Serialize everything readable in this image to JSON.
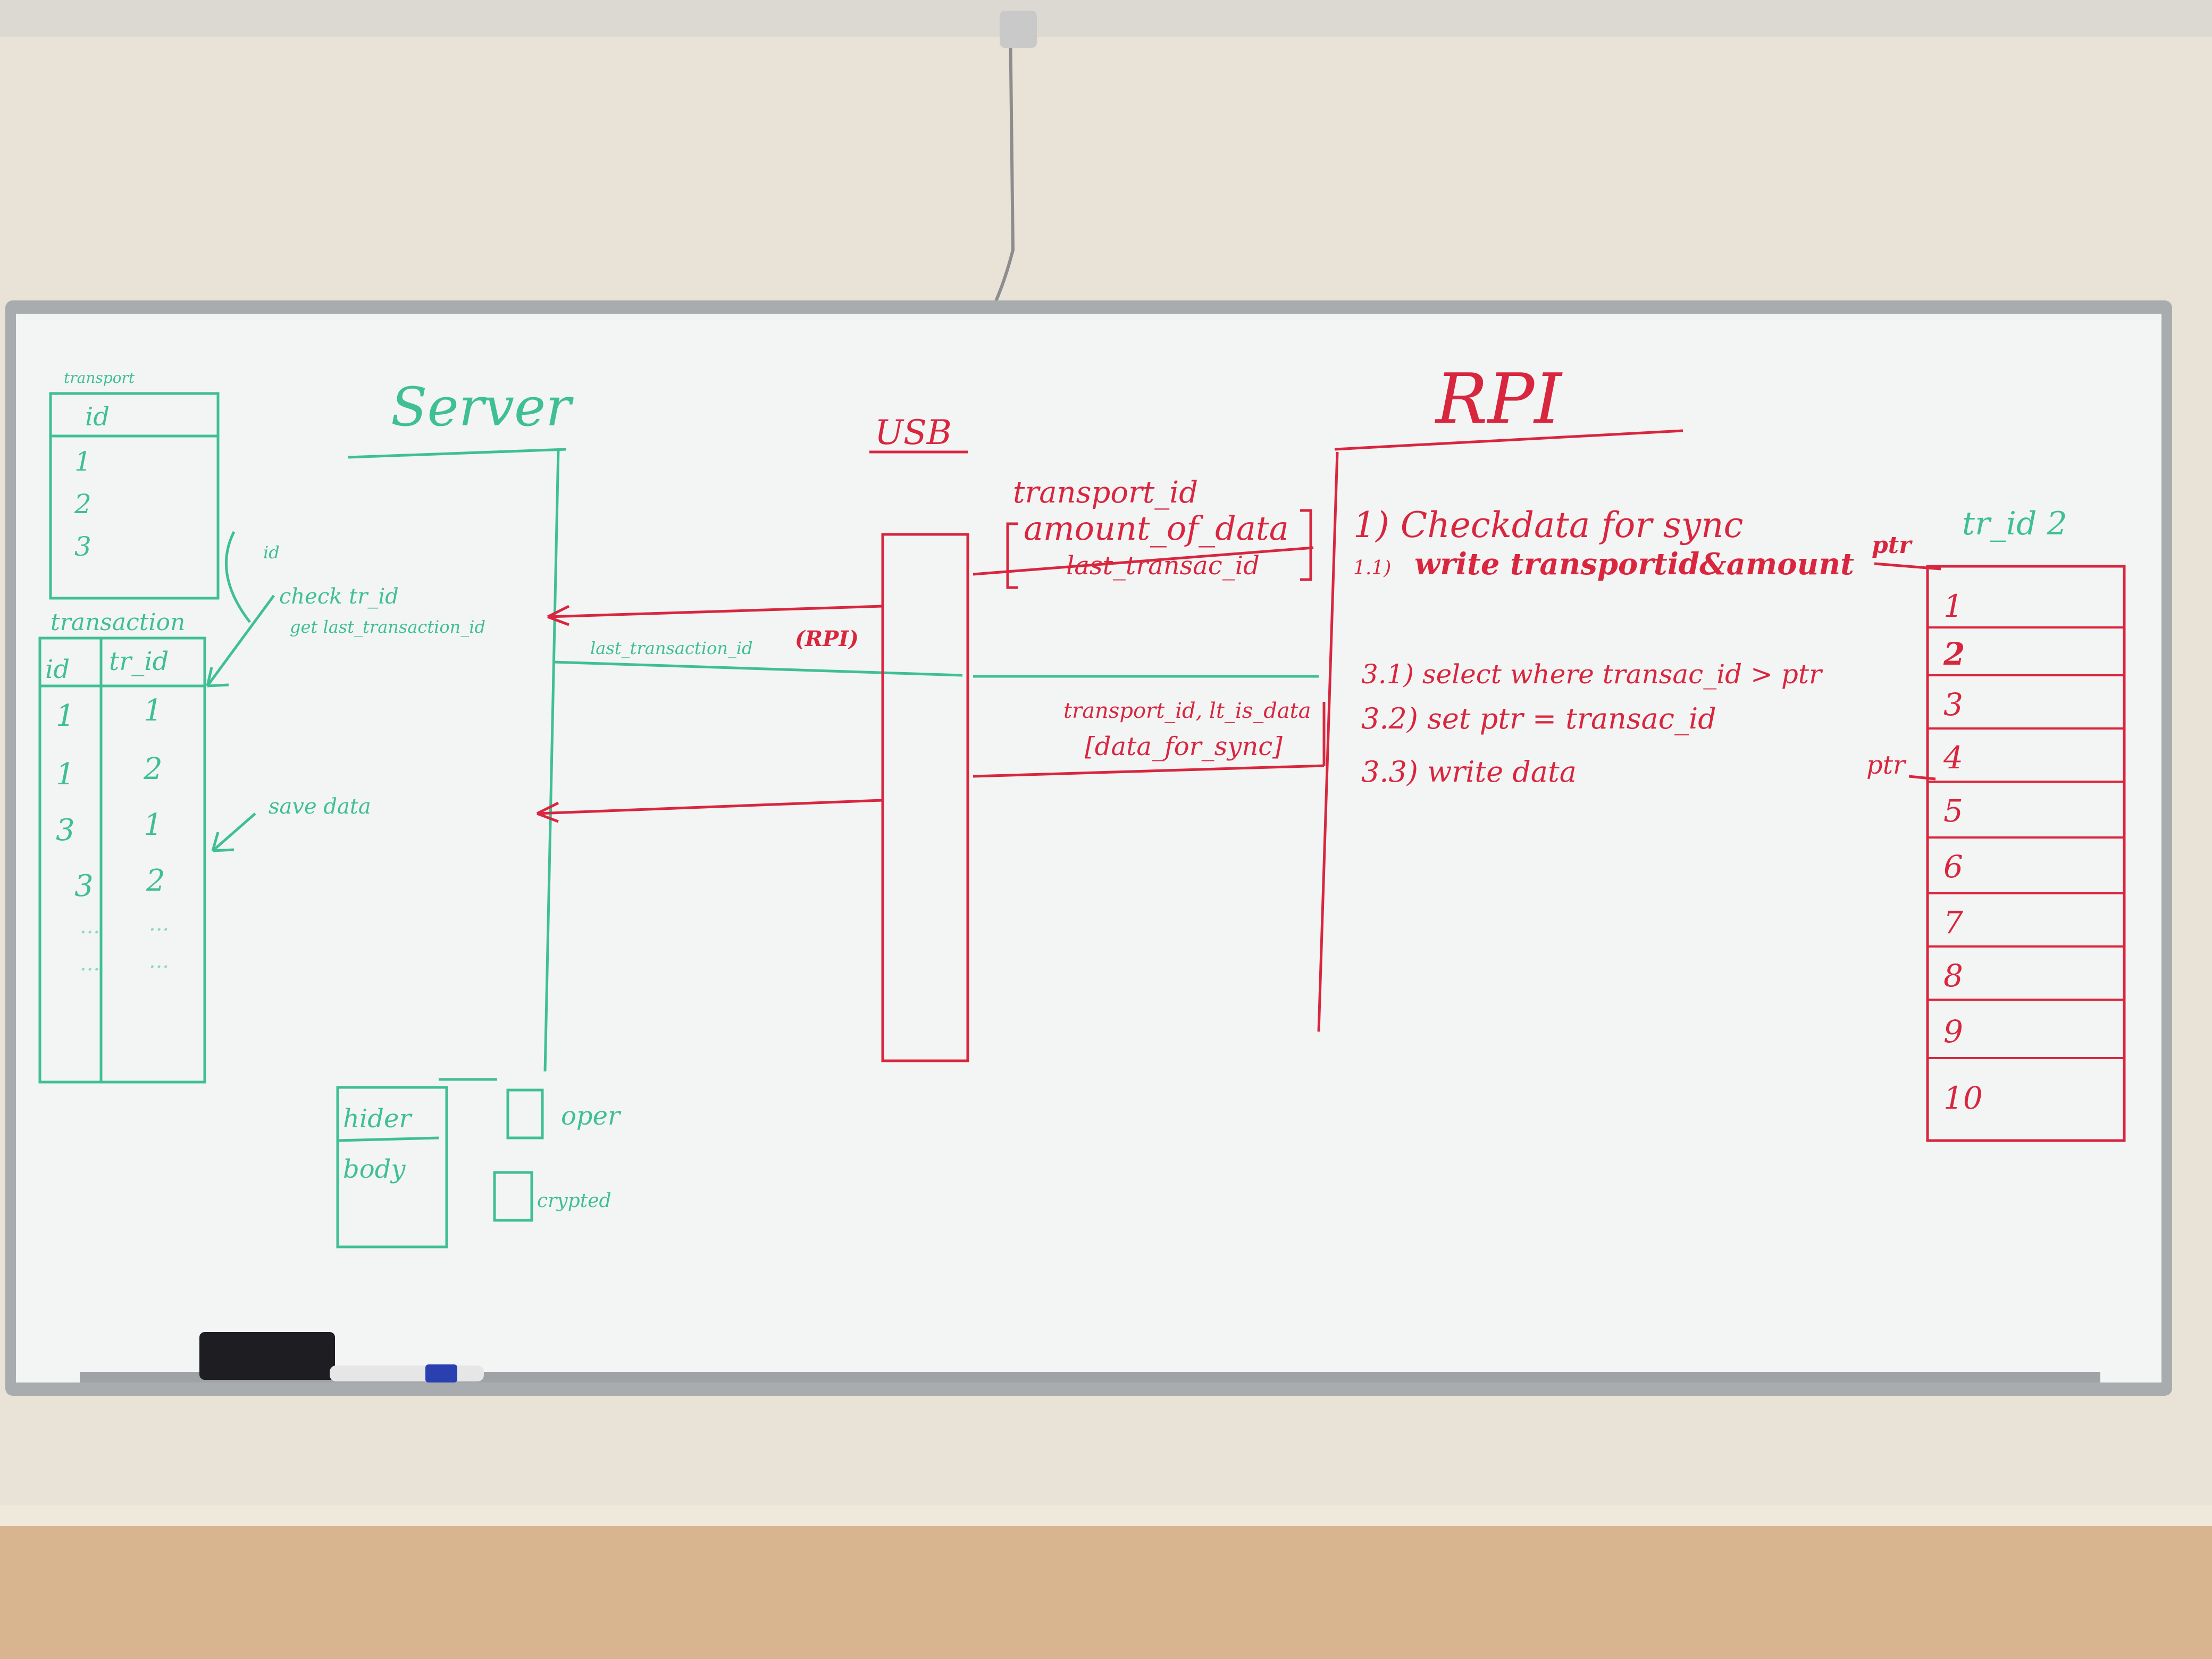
{
  "colors": {
    "wall": "#e9e2d6",
    "wall_lower": "#d9b58f",
    "board": "#f3f5f4",
    "frame": "#a9acae",
    "green_ink": "#3fbf94",
    "red_ink": "#d9263f"
  },
  "green": {
    "transport_table_title": "transport",
    "transport_col": "id",
    "transport_rows": [
      "1",
      "2",
      "3"
    ],
    "transaction_table_title": "transaction",
    "transaction_cols": [
      "id",
      "tr_id"
    ],
    "transaction_rows": [
      [
        "1",
        "1"
      ],
      [
        "1",
        "2"
      ],
      [
        "3",
        "1"
      ],
      [
        "3",
        "2"
      ],
      [
        "...",
        "..."
      ],
      [
        "...",
        "..."
      ]
    ],
    "id_label": "id",
    "check_label": "check tr_id",
    "get_last_label": "get last_transaction_id",
    "save_label": "save data",
    "server_title": "Server",
    "last_tx_msg": "last_transaction_id",
    "hider_label": "hider",
    "body_label": "body",
    "oper_label": "oper",
    "crypted_label": "crypted"
  },
  "red": {
    "rpi_msg": "(RPI)",
    "usb_title": "USB",
    "rpi_title": "RPI",
    "request_lines": [
      "transport_id",
      "amount_of_data",
      "last_transac_id"
    ],
    "step1": "1) Checkdata for sync",
    "step11_num": "1.1)",
    "step11_text": "write transportid&amount",
    "ptr_top": "ptr",
    "step31": "3.1) select where transac_id > ptr",
    "step32": "3.2) set ptr = transac_id",
    "step33": "3.3) write data",
    "response_lines": [
      "transport_id, lt_is_data",
      "[data_for_sync]"
    ],
    "trid_title": "tr_id 2",
    "ptr_side": "ptr",
    "trid_rows": [
      "1",
      "2",
      "3",
      "4",
      "5",
      "6",
      "7",
      "8",
      "9",
      "10"
    ]
  }
}
